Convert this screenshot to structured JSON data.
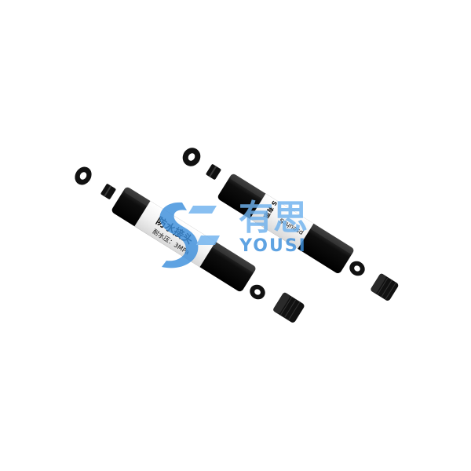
{
  "product": {
    "left_label": {
      "title": "防水接头",
      "subtitle": "耐水压：3MPa"
    },
    "right_label": {
      "brand_mark": "S 有思",
      "code": "pseuhcS"
    }
  },
  "watermark": {
    "cn_text": "有思",
    "en_text": "YOUSI",
    "color": "#3d8fdc"
  },
  "colors": {
    "background": "#ffffff",
    "parts": "#111111",
    "label": "#f4f4f4"
  }
}
